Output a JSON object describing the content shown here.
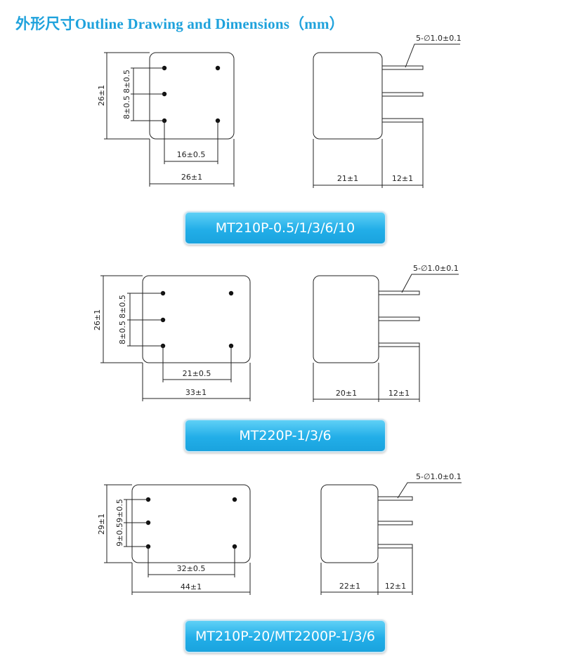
{
  "title": "外形尺寸Outline Drawing and Dimensions（mm）",
  "drawings": [
    {
      "model": "MT210P-0.5/1/3/6/10",
      "front": {
        "height": "26±1",
        "pitch_top": "8±0.5",
        "pitch_bottom": "8±0.5",
        "pin_span": "16±0.5",
        "width": "26±1"
      },
      "side": {
        "pins": "5-∅1.0±0.1",
        "depth": "21±1",
        "pin_length": "12±1"
      }
    },
    {
      "model": "MT220P-1/3/6",
      "front": {
        "height": "26±1",
        "pitch_top": "8±0.5",
        "pitch_bottom": "8±0.5",
        "pin_span": "21±0.5",
        "width": "33±1"
      },
      "side": {
        "pins": "5-∅1.0±0.1",
        "depth": "20±1",
        "pin_length": "12±1"
      }
    },
    {
      "model": "MT210P-20/MT2200P-1/3/6",
      "front": {
        "height": "29±1",
        "pitch_top": "9±0.5",
        "pitch_bottom": "9±0.5",
        "pin_span": "32±0.5",
        "width": "44±1"
      },
      "side": {
        "pins": "5-∅1.0±0.1",
        "depth": "22±1",
        "pin_length": "12±1"
      }
    }
  ],
  "colors": {
    "title": "#1fa2dc",
    "badge": "#22aee8",
    "line": "#222222"
  }
}
